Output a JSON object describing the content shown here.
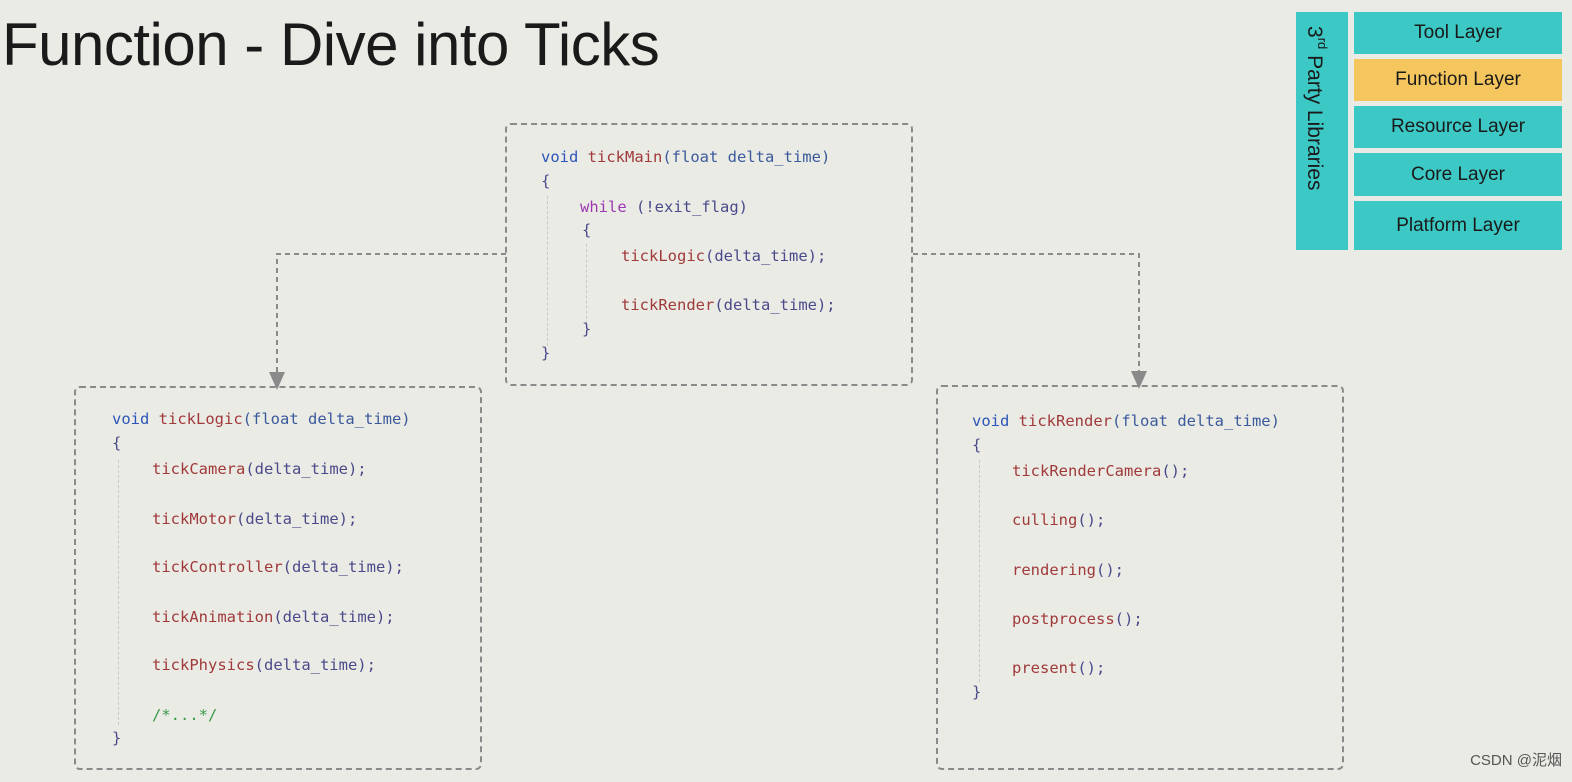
{
  "title": "Function - Dive into Ticks",
  "third_party": {
    "superscript": "rd",
    "number": "3",
    "label": " Party Libraries"
  },
  "layers": [
    {
      "label": "Tool Layer",
      "active": false
    },
    {
      "label": "Function Layer",
      "active": true
    },
    {
      "label": "Resource Layer",
      "active": false
    },
    {
      "label": "Core Layer",
      "active": false
    },
    {
      "label": "Platform Layer",
      "active": false
    }
  ],
  "main_code": {
    "signature_kw": "void",
    "signature_fn": "tickMain",
    "signature_args": "(float delta_time)",
    "open_brace": "{",
    "while_kw": "while",
    "while_cond": " (!exit_flag)",
    "inner_open": "{",
    "call1_fn": "tickLogic",
    "call1_args": "(delta_time);",
    "call2_fn": "tickRender",
    "call2_args": "(delta_time);",
    "inner_close": "}",
    "close_brace": "}"
  },
  "logic_code": {
    "signature_kw": "void",
    "signature_fn": "tickLogic",
    "signature_args": "(float delta_time)",
    "open_brace": "{",
    "calls": [
      {
        "fn": "tickCamera",
        "args": "(delta_time);"
      },
      {
        "fn": "tickMotor",
        "args": "(delta_time);"
      },
      {
        "fn": "tickController",
        "args": "(delta_time);"
      },
      {
        "fn": "tickAnimation",
        "args": "(delta_time);"
      },
      {
        "fn": "tickPhysics",
        "args": "(delta_time);"
      }
    ],
    "comment": "/*...*/",
    "close_brace": "}"
  },
  "render_code": {
    "signature_kw": "void",
    "signature_fn": "tickRender",
    "signature_args": "(float delta_time)",
    "open_brace": "{",
    "calls": [
      {
        "fn": "tickRenderCamera",
        "args": "();"
      },
      {
        "fn": "culling",
        "args": "();"
      },
      {
        "fn": "rendering",
        "args": "();"
      },
      {
        "fn": "postprocess",
        "args": "();"
      },
      {
        "fn": "present",
        "args": "();"
      }
    ],
    "close_brace": "}"
  },
  "watermark": "CSDN @泥烟"
}
